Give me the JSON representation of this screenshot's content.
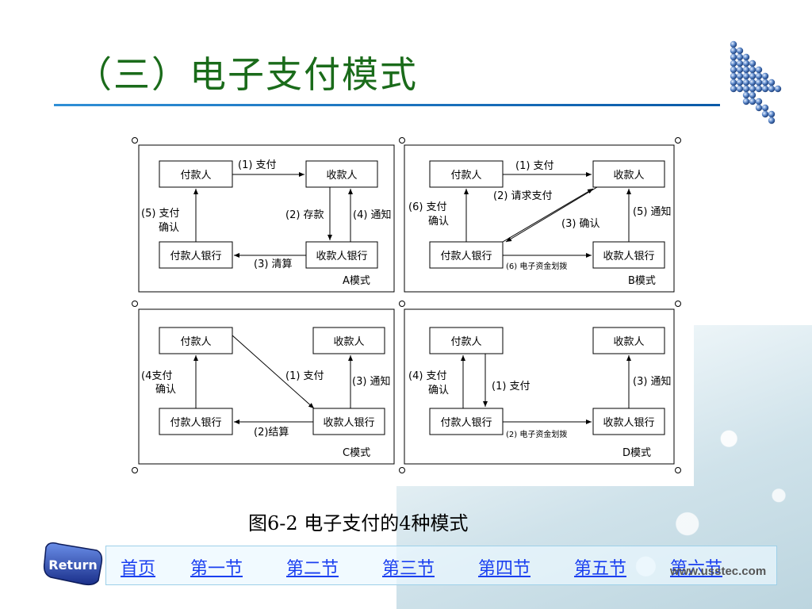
{
  "title": "（三）电子支付模式",
  "caption": "图6-2  电子支付的4种模式",
  "return_label": "Return",
  "site": "www.usstec.com",
  "nav": [
    "首页",
    "第一节",
    "第二节",
    "第三节",
    "第四节",
    "第五节",
    "第六节"
  ],
  "diagram": {
    "labels": {
      "payer": "付款人",
      "payee": "收款人",
      "payer_bank": "付款人银行",
      "payee_bank": "收款人银行"
    },
    "panels": {
      "A": {
        "name": "A模式",
        "e1": "(1) 支付",
        "e2": "(2) 存款",
        "e3": "(3) 清算",
        "e4": "(4) 通知",
        "e5a": "(5) 支付",
        "e5b": "确认"
      },
      "B": {
        "name": "B模式",
        "e1": "(1) 支付",
        "e2": "(2) 请求支付",
        "e3": "(3) 确认",
        "e5": "(5) 通知",
        "e6a": "(6) 支付",
        "e6b": "确认",
        "e6c": "(6) 电子资金划拨"
      },
      "C": {
        "name": "C模式",
        "e1": "(1) 支付",
        "e2": "(2)结算",
        "e3": "(3) 通知",
        "e4a": "(4支付",
        "e4b": "确认"
      },
      "D": {
        "name": "D模式",
        "e1": "(1) 支付",
        "e2": "(2) 电子资金划拨",
        "e3": "(3) 通知",
        "e4a": "(4) 支付",
        "e4b": "确认"
      }
    }
  }
}
